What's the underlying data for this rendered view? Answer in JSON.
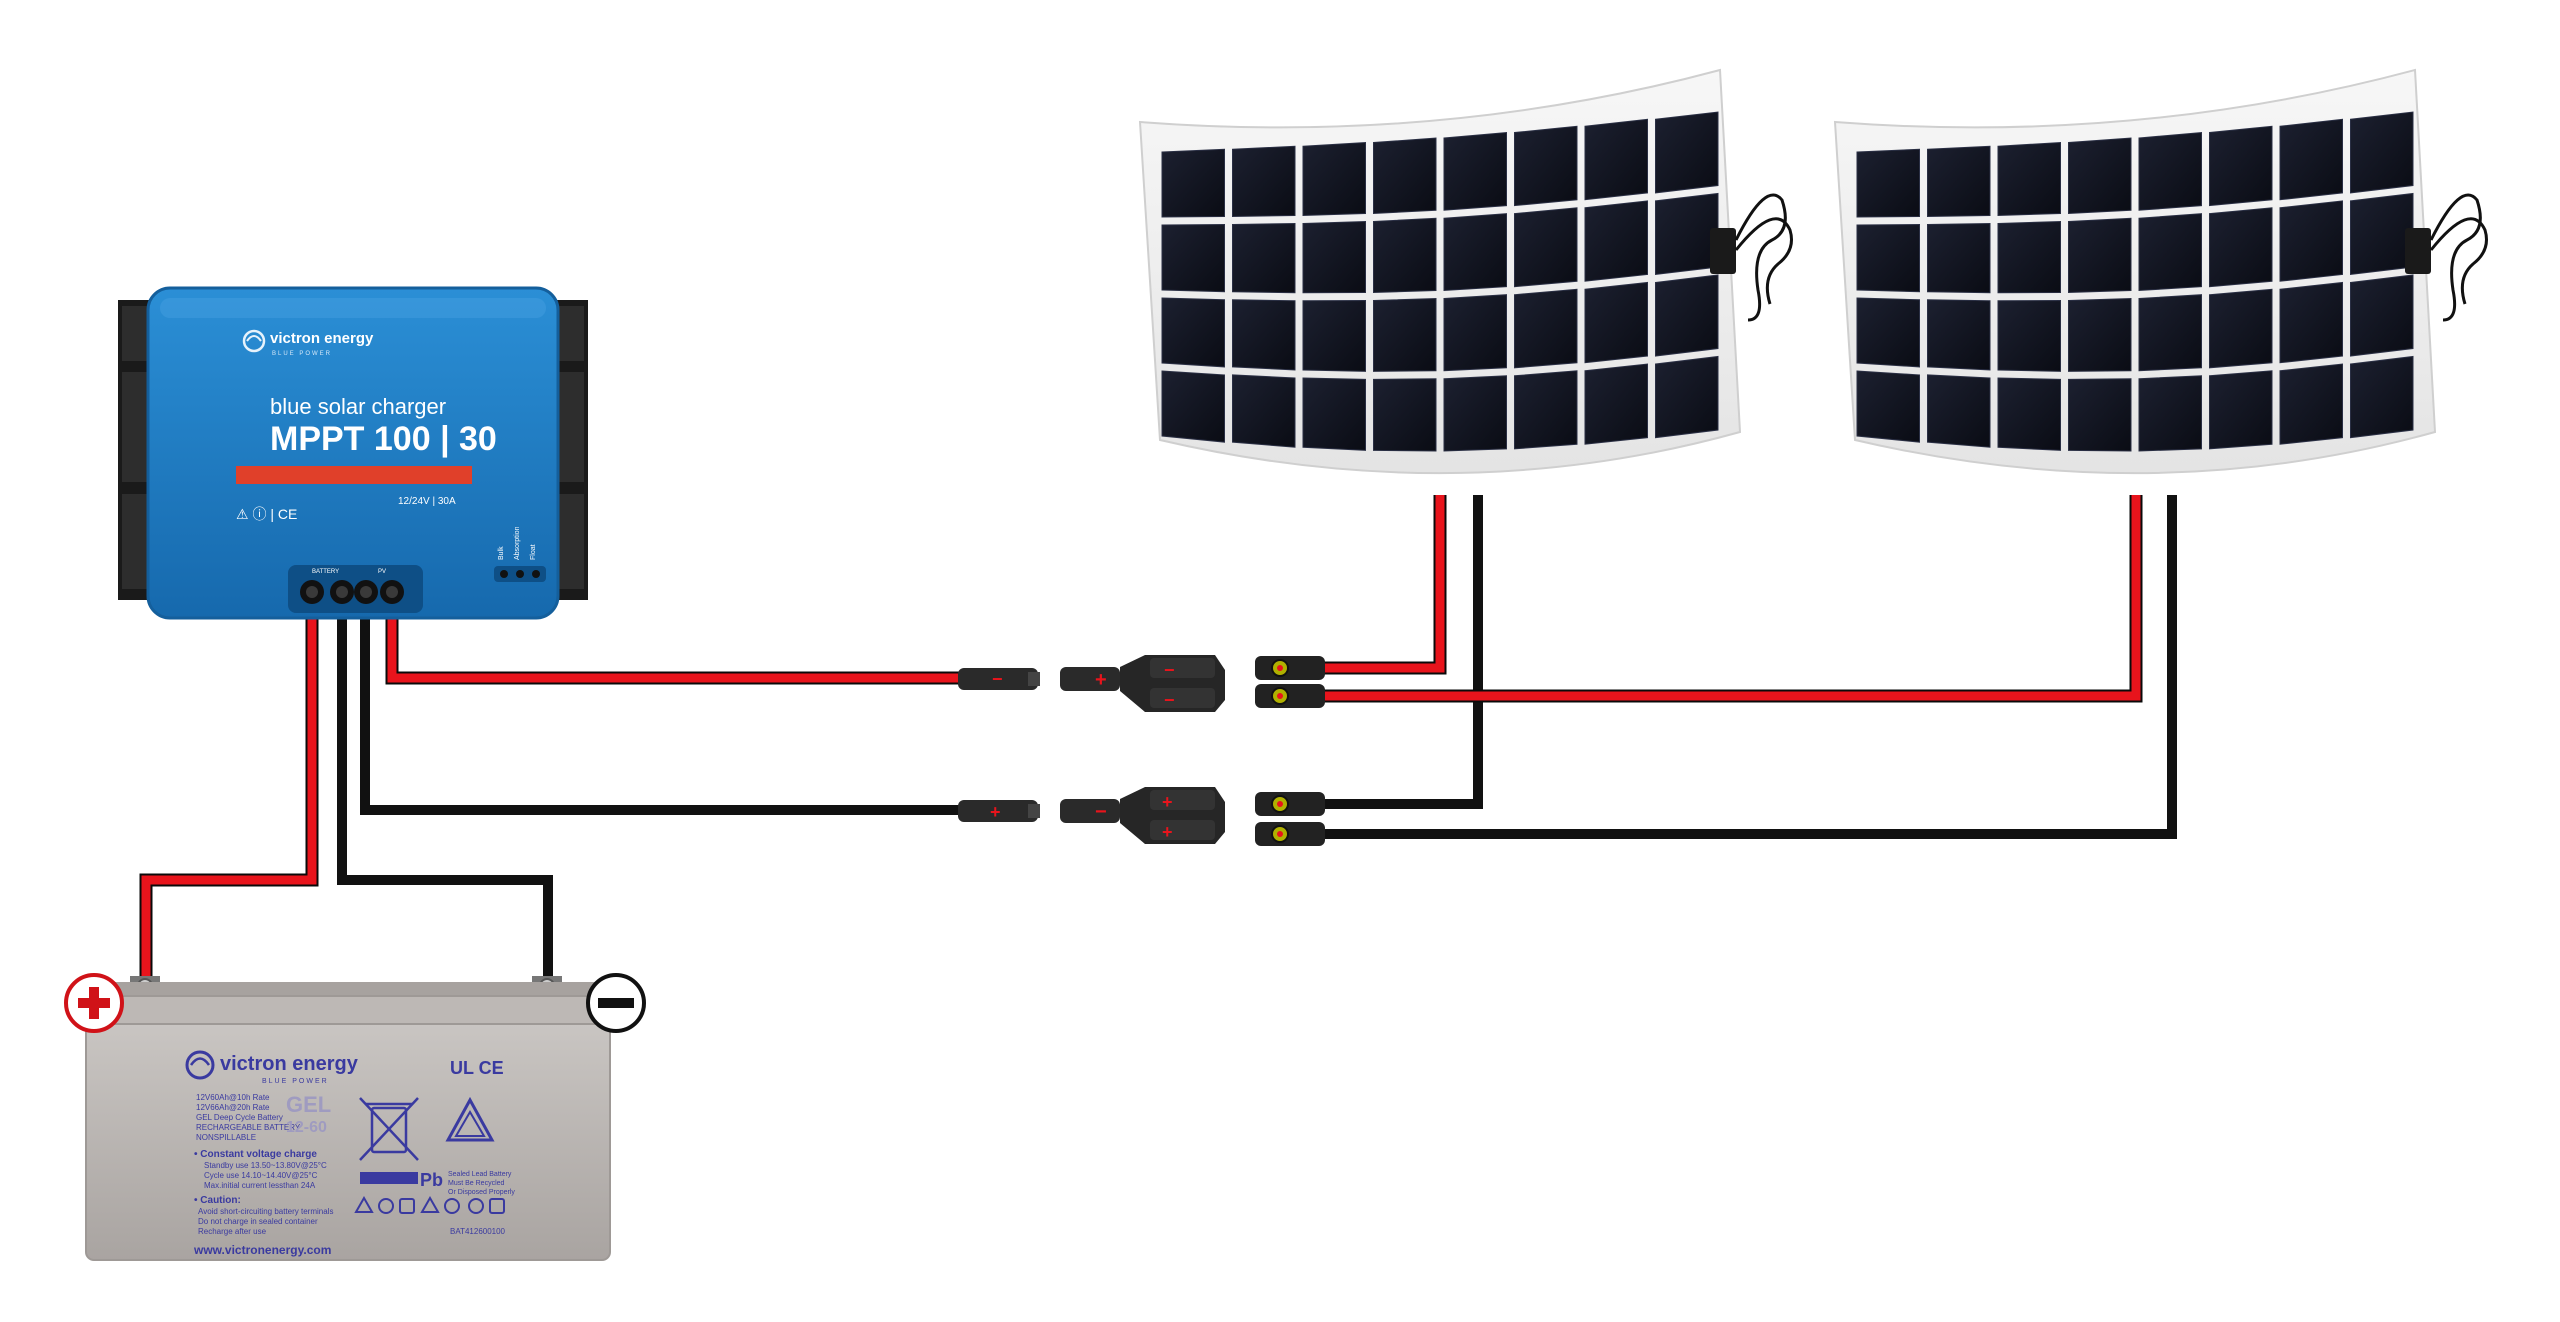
{
  "controller": {
    "brand": "victron energy",
    "brand_sub": "BLUE POWER",
    "line1": "blue solar charger",
    "model": "MPPT 100 | 30",
    "rating": "12/24V | 30A",
    "label_battery": "BATTERY",
    "label_pv": "PV",
    "led_bulk": "Bulk",
    "led_absorption": "Absorption",
    "led_float": "Float",
    "marks": "⚠ ⓘ | CE",
    "body_color": "#1f7fc6",
    "stripe_color": "#e0402a"
  },
  "battery": {
    "brand": "victron energy",
    "brand_sub": "BLUE POWER",
    "type": "GEL",
    "type_sub": "12-60",
    "spec1": "12V60Ah@10h Rate",
    "spec2": "12V66Ah@20h Rate",
    "spec3": "GEL Deep Cycle Battery",
    "spec4": "RECHARGEABLE BATTERY",
    "spec5": "NONSPILLABLE",
    "cv_title": "• Constant voltage charge",
    "cv1": "Standby use 13.50~13.80V@25°C",
    "cv2": "Cycle    use 14.10~14.40V@25°C",
    "cv3": "Max.initial current lessthan 24A",
    "caution_title": "• Caution:",
    "caution1": "Avoid short-circuiting battery terminals",
    "caution2": "Do not charge in sealed container",
    "caution3": "Recharge after use",
    "website": "www.victronenergy.com",
    "pb": "Pb",
    "recycle1": "Sealed Lead Battery",
    "recycle2": "Must Be Recycled",
    "recycle3": "Or Disposed Properly",
    "barcode": "BAT412600100",
    "cert": "UL CE",
    "plus_symbol": "+",
    "minus_symbol": "−",
    "body_color": "#b8b3b0"
  },
  "connectors": {
    "red_line_plus": "+",
    "red_line_minus": "−",
    "black_line_plus": "+",
    "black_line_minus": "−"
  },
  "wire_colors": {
    "positive": "#e8141c",
    "negative": "#111111"
  }
}
